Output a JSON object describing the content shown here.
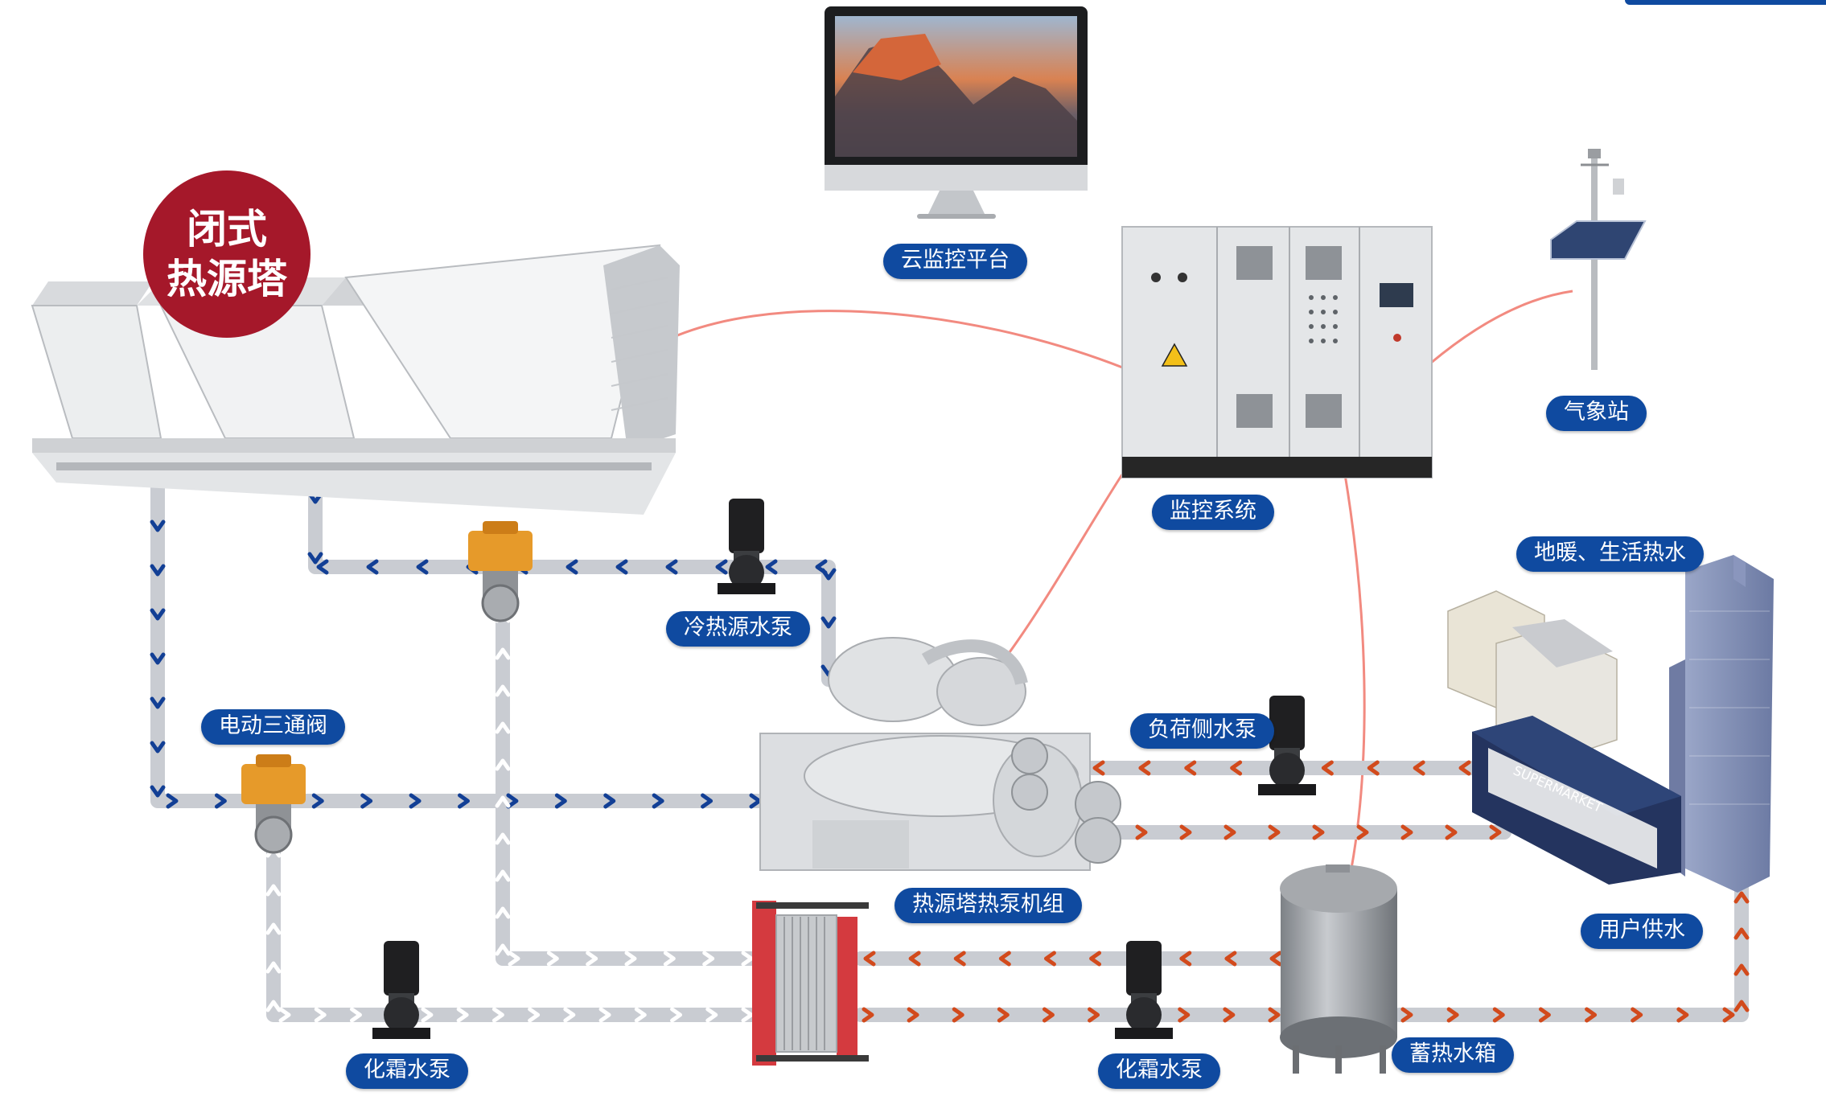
{
  "badge": {
    "line1": "闭式",
    "line2": "热源塔"
  },
  "labels": {
    "cloud": "云监控平台",
    "monitor": "监控系统",
    "weather": "气象站",
    "cold_hot_pump": "冷热源水泵",
    "valve": "电动三通阀",
    "heat_pump_unit": "热源塔热泵机组",
    "load_pump": "负荷侧水泵",
    "heating": "地暖、生活热水",
    "user_supply": "用户供水",
    "defrost_pump_left": "化霜水泵",
    "defrost_pump_right": "化霜水泵",
    "storage_tank": "蓄热水箱"
  },
  "equipment": {
    "supermarket_sign": "SUPERMARKET"
  },
  "colors": {
    "label_bg": "#0f4aa0",
    "badge_bg": "#a5182a",
    "signal_line": "#f28a80",
    "pipe": "#c9ccd2",
    "cold_chevron": "#123f95",
    "hot_chevron": "#d24a1c",
    "return_chevron": "#ffffff"
  }
}
